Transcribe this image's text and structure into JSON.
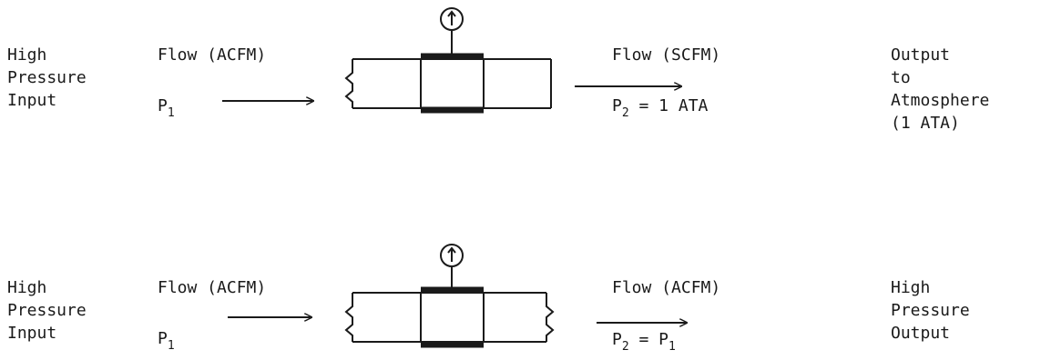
{
  "diagram_1": {
    "input_label": [
      "High",
      "Pressure",
      "Input"
    ],
    "flow_in_label": "Flow (ACFM)",
    "p_in": {
      "base": "P",
      "sub": "1"
    },
    "flow_out_label": "Flow (SCFM)",
    "p_out": {
      "base": "P",
      "sub": "2",
      "rest": " = 1 ATA"
    },
    "output_label": [
      "Output",
      "to",
      "Atmosphere",
      "(1 ATA)"
    ]
  },
  "diagram_2": {
    "input_label": [
      "High",
      "Pressure",
      "Input"
    ],
    "flow_in_label": "Flow (ACFM)",
    "p_in": {
      "base": "P",
      "sub": "1"
    },
    "flow_out_label": "Flow (ACFM)",
    "p_out": {
      "base": "P",
      "sub": "2",
      "rest": " = P",
      "sub2": "1"
    },
    "output_label": [
      "High",
      "Pressure",
      "Output"
    ]
  },
  "icons": {
    "gauge": "pressure-gauge-icon",
    "arrow": "right-arrow-icon"
  }
}
